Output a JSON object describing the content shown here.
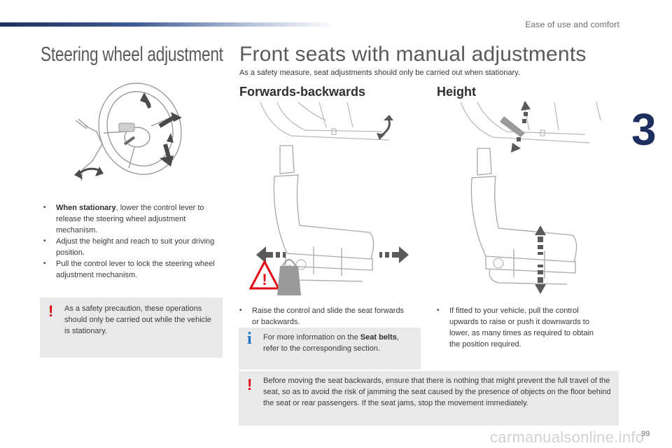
{
  "header": {
    "section": "Ease of use and comfort",
    "chapter": "3"
  },
  "left": {
    "title": "Steering wheel adjustment",
    "steps": [
      {
        "bullet": "•",
        "bold": "When stationary",
        "text": ", lower the control lever to release the steering wheel adjustment mechanism."
      },
      {
        "bullet": "•",
        "bold": "",
        "text": "Adjust the height and reach to suit your driving position."
      },
      {
        "bullet": "•",
        "bold": "",
        "text": "Pull the control lever to lock the steering wheel adjustment mechanism."
      }
    ],
    "warning": {
      "symbol": "!",
      "text": "As a safety precaution, these operations should only be carried out while the vehicle is stationary."
    }
  },
  "right": {
    "title": "Front seats with manual adjustments",
    "subtitle": "As a safety measure, seat adjustments should only be carried out when stationary.",
    "forwards": {
      "heading": "Forwards-backwards",
      "step": {
        "bullet": "•",
        "text": "Raise the control and slide the seat forwards or backwards."
      },
      "info": {
        "symbol": "i",
        "pre": "For more information on the ",
        "bold": "Seat belts",
        "post": ", refer to the corresponding section."
      }
    },
    "height": {
      "heading": "Height",
      "step": {
        "bullet": "•",
        "text": "If fitted to your vehicle, pull the control upwards to raise or push it downwards to lower, as many times as required to obtain the position required."
      }
    },
    "warning": {
      "symbol": "!",
      "text": "Before moving the seat backwards, ensure that there is nothing that might prevent the full travel of the seat, so as to avoid the risk of jamming the seat caused by the presence of objects on the floor behind the seat or rear passengers. If the seat jams, stop the movement immediately."
    }
  },
  "footer": {
    "page": "99",
    "watermark": "carmanualsonline.info"
  },
  "colors": {
    "brand": "#1d2f5e",
    "warning": "#e30613",
    "info": "#1e73be",
    "note_bg": "#e9e9eb"
  }
}
